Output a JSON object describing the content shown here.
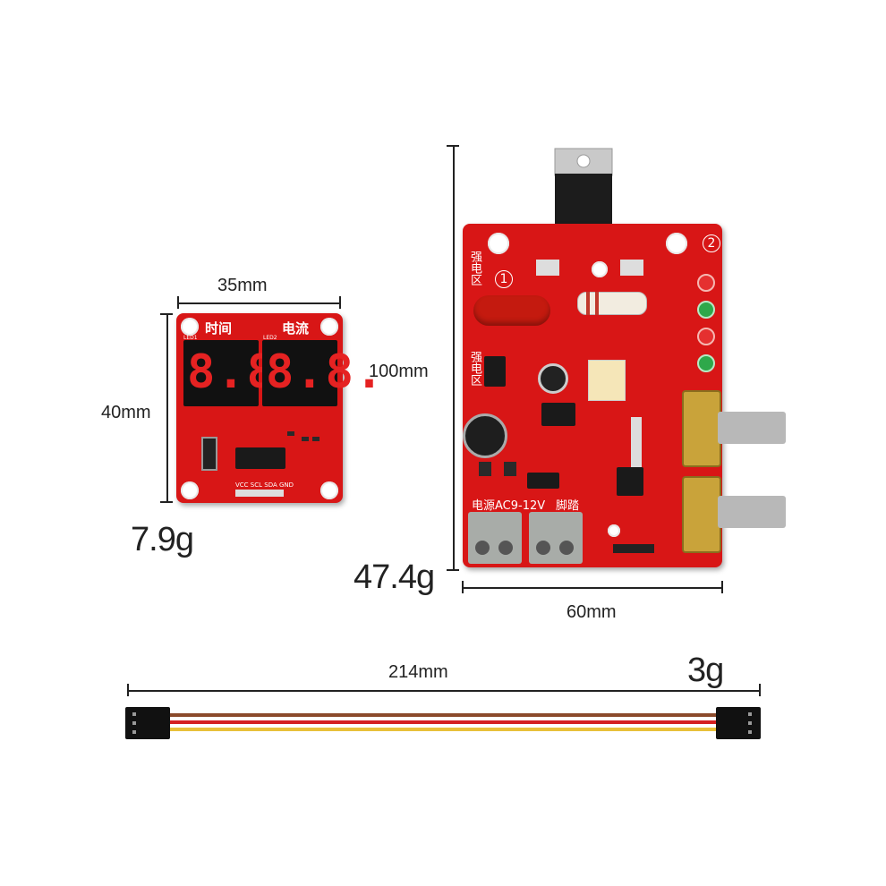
{
  "display_module": {
    "width_label": "35mm",
    "height_label": "40mm",
    "weight_label": "7.9g",
    "silk_time": "时间",
    "silk_current": "电流",
    "silk_led1": "LED1",
    "silk_led2": "LED2",
    "silk_pins": "VCC SCL SDA GND",
    "digits_left": "8.8.",
    "digits_right": "8.8."
  },
  "control_board": {
    "height_label": "100mm",
    "width_label": "60mm",
    "weight_label": "47.4g",
    "silk_strong_zone": "强电区",
    "silk_power": "电源AC9-12V",
    "silk_pedal": "脚踏",
    "silk_circle_1": "1",
    "silk_circle_2": "2"
  },
  "cable": {
    "length_label": "214mm",
    "weight_label": "3g"
  },
  "colors": {
    "pcb": "#d81616",
    "wire_brown": "#8b4a2b",
    "wire_red": "#d42020",
    "wire_yellow": "#e8c03a"
  }
}
